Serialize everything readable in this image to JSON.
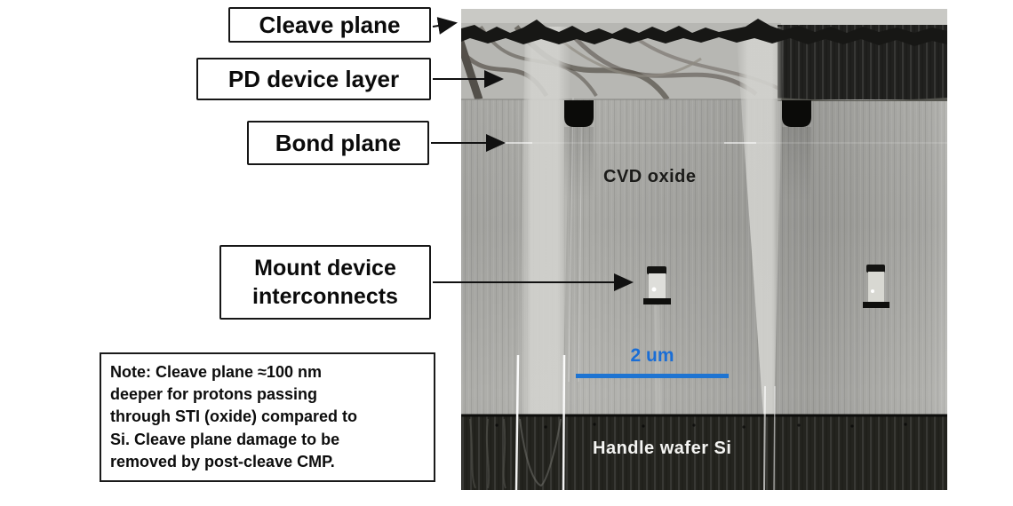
{
  "figure": {
    "callouts": {
      "cleave_plane": "Cleave plane",
      "pd_device_layer": "PD device layer",
      "bond_plane": "Bond plane",
      "mount_line1": "Mount device",
      "mount_line2": "interconnects"
    },
    "note": {
      "lines": [
        "Note:  Cleave plane ≈100 nm",
        "deeper for protons passing",
        "through STI (oxide) compared to",
        "Si.  Cleave plane damage to be",
        "removed by post-cleave CMP."
      ]
    },
    "micrograph": {
      "oxide_label": "CVD oxide",
      "substrate_label": "Handle wafer Si",
      "scale_bar_label": "2 um"
    },
    "colors": {
      "scale_bar_blue": "#1e74d2",
      "label_border": "#161616",
      "oxide_gray": "#aeaeaa",
      "handle_dark": "#24241f"
    }
  }
}
